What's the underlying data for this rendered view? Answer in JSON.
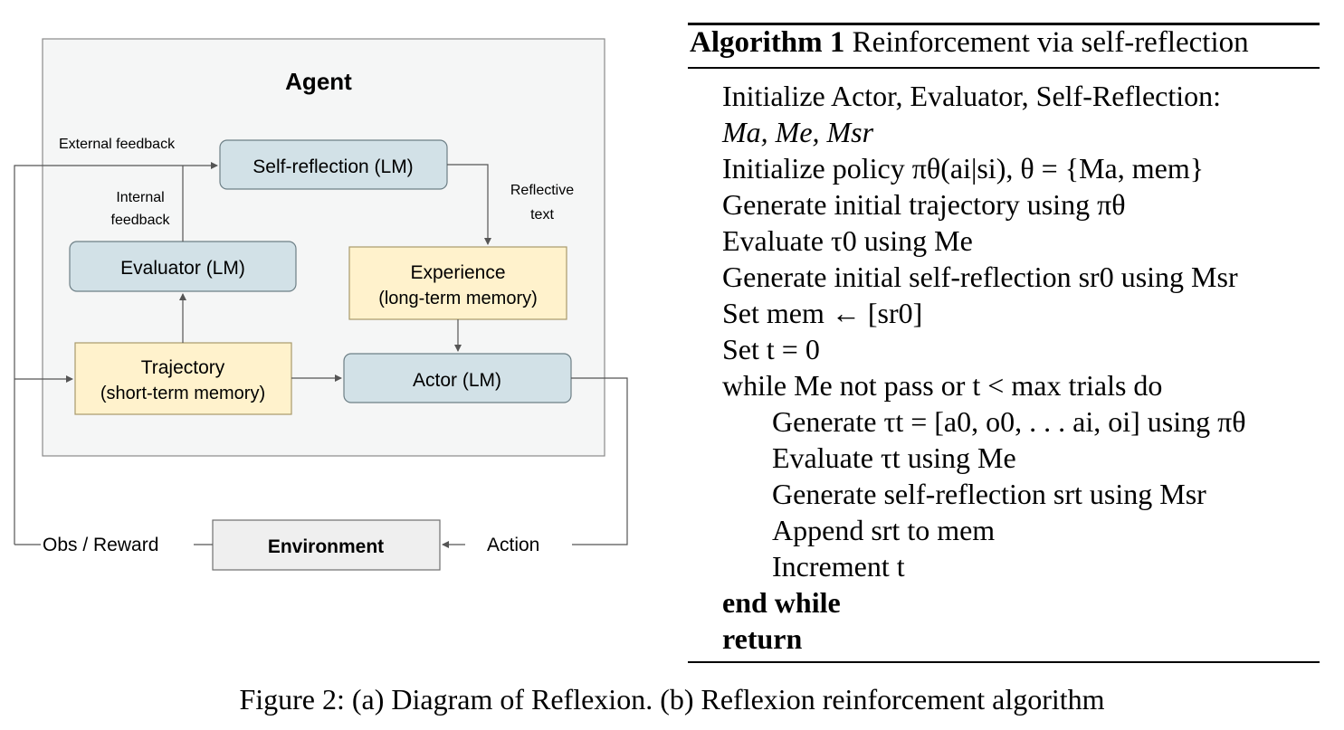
{
  "diagram": {
    "agent_label": "Agent",
    "self_reflection": "Self-reflection (LM)",
    "evaluator": "Evaluator (LM)",
    "experience_line1": "Experience",
    "experience_line2": "(long-term memory)",
    "trajectory_line1": "Trajectory",
    "trajectory_line2": "(short-term memory)",
    "actor": "Actor (LM)",
    "environment": "Environment",
    "external_feedback": "External feedback",
    "internal_feedback_line1": "Internal",
    "internal_feedback_line2": "feedback",
    "reflective_text_line1": "Reflective",
    "reflective_text_line2": "text",
    "obs_reward": "Obs / Reward",
    "action": "Action",
    "colors": {
      "lm_box": "#d2e1e7",
      "memory_box": "#fff2cc",
      "agent_bg": "#f5f6f6",
      "env_box": "#efefef"
    }
  },
  "algorithm": {
    "title_bold": "Algorithm 1",
    "title_rest": "Reinforcement via self-reflection",
    "lines": [
      "Initialize Actor, Evaluator, Self-Reflection:",
      "Ma, Me, Msr",
      "Initialize policy πθ(ai|si), θ = {Ma, mem}",
      "Generate initial trajectory using πθ",
      "Evaluate τ0 using Me",
      "Generate initial self-reflection sr0 using Msr",
      "Set mem ← [sr0]",
      "Set t = 0",
      "while Me not pass or t < max trials do",
      "Generate τt = [a0, o0, . . . ai, oi] using πθ",
      "Evaluate τt using Me",
      "Generate self-reflection srt using Msr",
      "Append srt to mem",
      "Increment t",
      "end while",
      "return"
    ]
  },
  "caption": "Figure 2: (a) Diagram of Reflexion. (b) Reflexion reinforcement algorithm"
}
